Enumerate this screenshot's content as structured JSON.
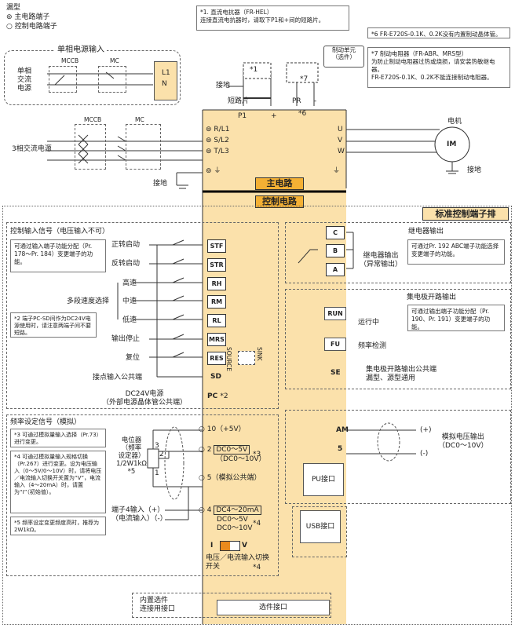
{
  "legend": {
    "title": "漏型",
    "main_terminal": "主电路端子",
    "control_terminal": "控制电路端子"
  },
  "notes": {
    "n1": "*1. 直流电抗器（FR-HEL）\n  连接直流电抗器时，请取下P1和+间的短路片。",
    "n6": "*6  FR-E720S-0.1K、0.2K没有内置制动晶体管。",
    "n7": "*7  制动电阻器（FR-ABR、MRS型）\n    为防止制动电阻器过热或烧损，请安装热敏继电器。\n    FR-E720S-0.1K、0.2K不能连接制动电阻器。"
  },
  "power": {
    "single_title": "单相电源输入",
    "mccb": "MCCB",
    "mc": "MC",
    "single_source": "单相\n交流\n电源",
    "l1": "L1",
    "n": "N",
    "three_phase": "3相交流电源",
    "r": "R/L1",
    "s": "S/L2",
    "t": "T/L3",
    "ground": "接地"
  },
  "dc": {
    "brake_unit": "制动单元\n（选件）",
    "star1": "*1",
    "star7": "*7",
    "star6": "*6",
    "ground": "接地",
    "short_plate": "短路片",
    "p1": "P1",
    "plus": "+",
    "pr": "PR",
    "minus": "-"
  },
  "motor": {
    "label": "电机",
    "im": "IM",
    "u": "U",
    "v": "V",
    "w": "W",
    "ground": "接地"
  },
  "center": {
    "main_circuit": "主电路",
    "control_circuit": "控制电路",
    "std_block": "标准控制端子排"
  },
  "control_input": {
    "title": "控制输入信号（电压输入不可）",
    "note": "可通过输入端子功能分配（Pr. 178～Pr. 184）变更端子的功能。",
    "forward": "正转启动",
    "reverse": "反转启动",
    "high": "高速",
    "multi": "多段速度选择",
    "mid": "中速",
    "low": "低速",
    "stop": "输出停止",
    "reset": "复位",
    "common": "接点输入公共端",
    "note2": "*2  端子PC-SD间作为DC24V电源使用时，请注意两端子间不要短路。",
    "dc24": "DC24V电源\n（外部电源晶体管公共端）",
    "pc": "PC",
    "star2": "*2",
    "source": "SOURCE",
    "sink": "SINK"
  },
  "terminals": [
    "STF",
    "STR",
    "RH",
    "RM",
    "RL",
    "MRS",
    "RES",
    "SD"
  ],
  "freq": {
    "title": "频率设定信号（模拟）",
    "note3": "*3  可通过模拟量输入选择（Pr.73）进行变更。",
    "note4": "*4  可通过模拟量输入规格切换（Pr.267）进行变更。设为电压输入（0～5V/0～10V）时，请将电压／电流输入切换开关置为“V”，电流输入（4～20mA）时，请置为“I”（初始值）。",
    "note5": "*5  频率设定变更频度高时，推荐为2W1kΩ。",
    "pot": "电位器\n（频率\n设定器）\n1/2W1kΩ\n*5",
    "t10": "10（+5V）",
    "t2a": "DC0～5V",
    "t2b": "（DC0～10V）",
    "star3": "*3",
    "t5": "5（模拟公共端）",
    "t4a": "DC4～20mA",
    "t4b": "DC0～5V",
    "t4c": "DC0～10V",
    "star4": "*4",
    "cur_in": "端子4输入（+）\n（电流输入）（-）",
    "switch_i": "I",
    "switch_v": "V",
    "switch_label": "电压／电流输入切换\n开关",
    "n3": "3",
    "n2": "2",
    "n1": "1",
    "n10": "10",
    "n2t": "2",
    "n5t": "5",
    "n4t": "4"
  },
  "relay": {
    "title": "继电器输出",
    "c": "C",
    "b": "B",
    "a": "A",
    "label": "继电器输出\n（异常输出）",
    "note": "可通过Pr. 192 ABC端子功能选择变更端子的功能。"
  },
  "oc": {
    "title": "集电极开路输出",
    "note": "可通过输出端子功能分配（Pr. 190、Pr. 191）变更端子的功能。",
    "run": "RUN",
    "run_label": "运行中",
    "fu": "FU",
    "fu_label": "频率检测",
    "se": "SE",
    "se_label": "集电极开路输出公共端\n漏型、源型通用"
  },
  "analog_out": {
    "am": "AM",
    "five": "5",
    "plus": "(+)",
    "minus": "(-)",
    "label": "模拟电压输出\n（DC0～10V）"
  },
  "ports": {
    "pu": "PU接口",
    "usb": "USB接口",
    "option": "选件接口",
    "option_builtin": "内置选件\n连接用接口"
  }
}
